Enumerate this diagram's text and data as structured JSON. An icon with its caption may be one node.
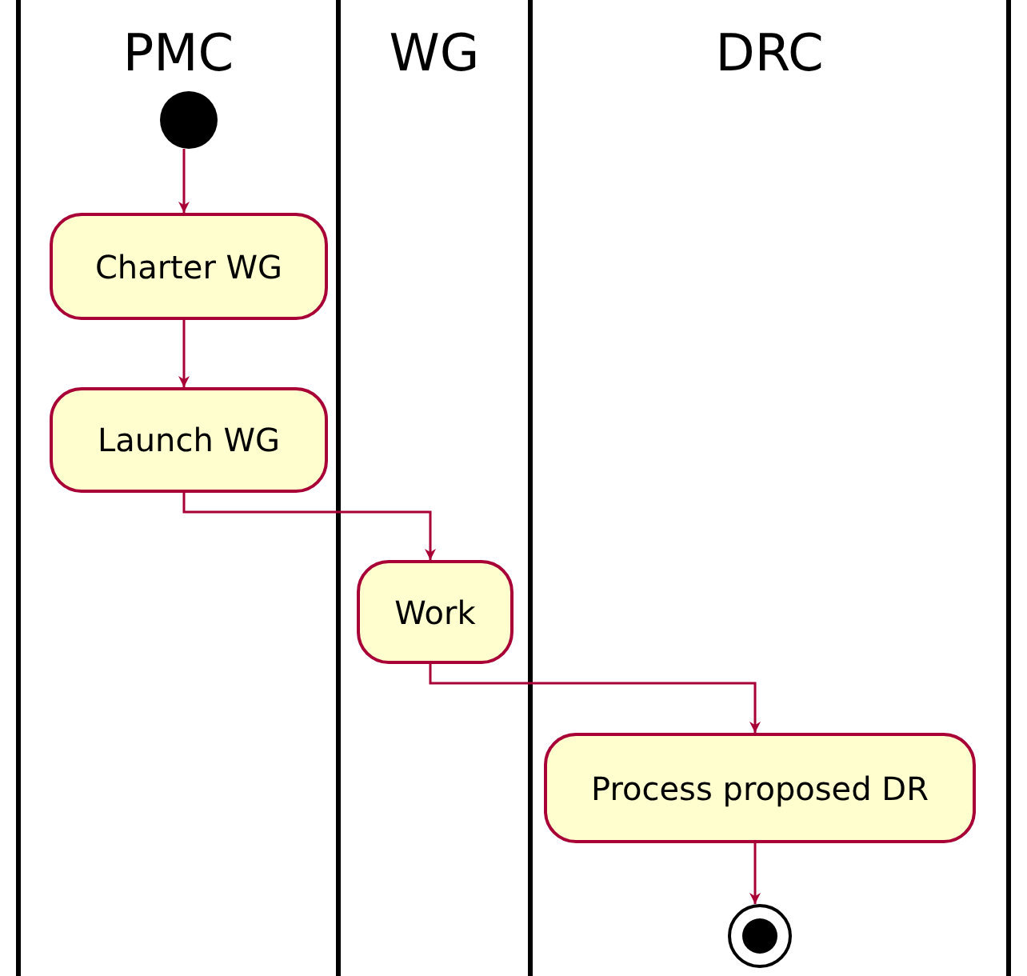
{
  "diagram": {
    "nodes": [
      {
        "text": [
          "PMC"
        ]
      },
      {
        "text": [],
        "shape": "circle",
        "in": 0
      },
      {
        "text": [
          "Charter WG"
        ],
        "in": 0
      },
      {
        "text": [
          "Launch WG"
        ],
        "in": 0
      },
      {
        "text": [
          "WG"
        ]
      },
      {
        "text": [
          "Work"
        ],
        "in": 4
      },
      {
        "text": [
          "DRC"
        ]
      },
      {
        "text": [
          "Process proposed DR"
        ],
        "in": 6
      },
      {
        "text": [],
        "shape": "circle",
        "in": 6
      }
    ],
    "edges": [
      {
        "from": 1,
        "to": 2,
        "arrow": "to"
      },
      {
        "from": 2,
        "to": 3,
        "arrow": "to"
      },
      {
        "from": 3,
        "to": 5,
        "arrow": "to"
      },
      {
        "from": 5,
        "to": 7,
        "arrow": "to"
      },
      {
        "from": 7,
        "to": 8,
        "arrow": "to"
      }
    ]
  }
}
